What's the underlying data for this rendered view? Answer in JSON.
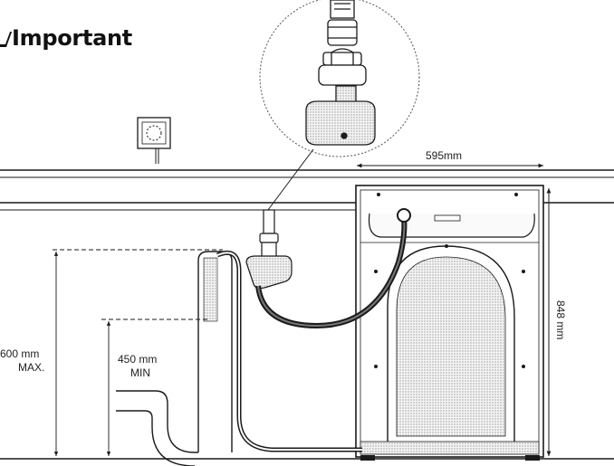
{
  "heading": {
    "text": "Important",
    "icon": "warning-icon"
  },
  "dimensions": {
    "width": "595mm",
    "height": "848 mm",
    "max_height_value": "600 mm",
    "max_height_note": "MAX.",
    "min_height_value": "450 mm",
    "min_height_note": "MIN"
  },
  "colors": {
    "line": "#1a1a1a",
    "shade": "#d9d9d9"
  }
}
